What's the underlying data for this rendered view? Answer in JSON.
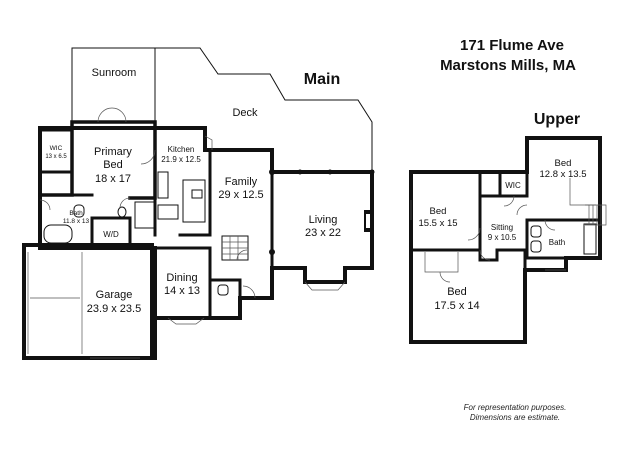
{
  "address": {
    "line1": "171 Flume Ave",
    "line2": "Marstons Mills, MA"
  },
  "floors": {
    "main": "Main",
    "upper": "Upper"
  },
  "rooms": {
    "sunroom": {
      "name": "Sunroom"
    },
    "deck": {
      "name": "Deck"
    },
    "wic_main": {
      "name": "WIC",
      "dims": "13 x 6.5"
    },
    "primary_bed": {
      "name_1": "Primary",
      "name_2": "Bed",
      "dims": "18 x 17"
    },
    "kitchen": {
      "name": "Kitchen",
      "dims": "21.9 x 12.5"
    },
    "family": {
      "name": "Family",
      "dims": "29 x 12.5"
    },
    "bath_main": {
      "name": "Bath",
      "dims": "11.8 x 13"
    },
    "wd": {
      "name": "W/D"
    },
    "living": {
      "name": "Living",
      "dims": "23 x 22"
    },
    "dining": {
      "name": "Dining",
      "dims": "14 x 13"
    },
    "garage": {
      "name": "Garage",
      "dims": "23.9 x 23.5"
    },
    "bed_a": {
      "name": "Bed",
      "dims": "15.5 x 15"
    },
    "bed_b": {
      "name": "Bed",
      "dims": "12.8 x 13.5"
    },
    "wic_upper": {
      "name": "WIC"
    },
    "sitting": {
      "name": "Sitting",
      "dims": "9 x 10.5"
    },
    "bath_upper": {
      "name": "Bath"
    },
    "bed_c": {
      "name": "Bed",
      "dims": "17.5 x 14"
    }
  },
  "disclaimer": {
    "line1": "For representation purposes.",
    "line2": "Dimensions are estimate."
  }
}
